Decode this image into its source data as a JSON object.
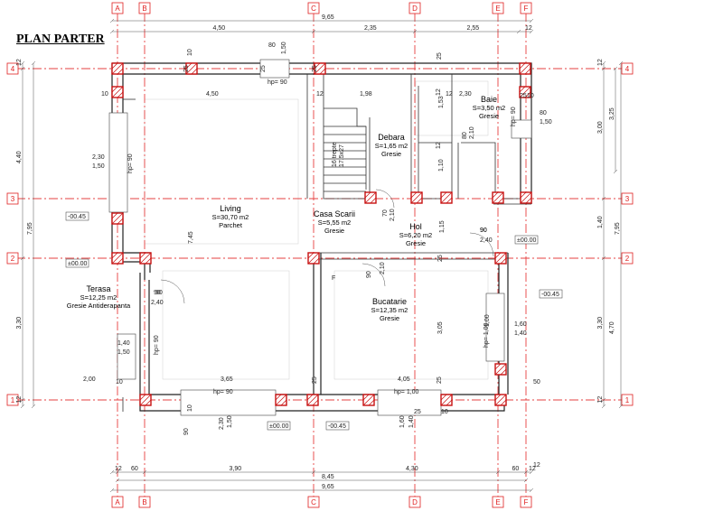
{
  "title": "PLAN PARTER",
  "axes": {
    "columns": [
      "A",
      "B",
      "C",
      "D",
      "E",
      "F"
    ],
    "rows": [
      "1",
      "2",
      "3",
      "4"
    ]
  },
  "rooms": [
    {
      "name": "Living",
      "area": "S=30,70 m2",
      "finish": "Parchet"
    },
    {
      "name": "Casa Scarii",
      "area": "S=5,55 m2",
      "finish": "Gresie"
    },
    {
      "name": "Debara",
      "area": "S=1,65 m2",
      "finish": "Gresie"
    },
    {
      "name": "Baie",
      "area": "S=3,50 m2",
      "finish": "Gresie"
    },
    {
      "name": "Hol",
      "area": "S=6,20 m2",
      "finish": "Gresie"
    },
    {
      "name": "Bucatarie",
      "area": "S=12,35 m2",
      "finish": "Gresie"
    },
    {
      "name": "Terasa",
      "area": "S=12,25 m2",
      "finish": "Gresie Antiderapanta"
    }
  ],
  "stair_label": [
    "16 trepte",
    "17.5x27"
  ],
  "levels": [
    "-00.45",
    "±00.00",
    "±00.00",
    "-00.45",
    "±00.00",
    "-00.45"
  ],
  "top_dims": [
    "9,65",
    "4,50",
    "2,35",
    "2,55",
    "12"
  ],
  "bottom_dims": [
    "12",
    "60",
    "60",
    "3,90",
    "4,30",
    "60",
    "12",
    "8,45",
    "9,65"
  ],
  "left_dims": [
    "12",
    "4,40",
    "7,95",
    "3,30",
    "12"
  ],
  "right_dims": [
    "12",
    "3,25",
    "3,00",
    "7,95",
    "1,40",
    "4,70",
    "3,30",
    "12"
  ],
  "interior_dims": [
    "4,50",
    "1,98",
    "2,30",
    "3,65",
    "4,05",
    "2,00",
    "7,45",
    "3,05",
    "1,53",
    "1,10",
    "1,15",
    "10",
    "10",
    "12",
    "12",
    "12",
    "12",
    "25",
    "25",
    "25",
    "25",
    "25",
    "25",
    "25",
    "25",
    "25",
    "10",
    "10",
    "10",
    "10",
    "50",
    "90",
    "12"
  ],
  "openings": [
    "80",
    "1,50",
    "hp= 90",
    "2,30",
    "1,50",
    "hp= 90",
    "90",
    "2,40",
    "1,40",
    "1,50",
    "hp= 90",
    "80",
    "1,50",
    "hp= 90",
    "80",
    "2,10",
    "70",
    "2,10",
    "90",
    "2,10",
    "90",
    "2,40",
    "1,00",
    "1,60",
    "1,40",
    "hp= 1,00",
    "hp= 90",
    "2,30",
    "1,50",
    "hp= 1,00",
    "1,60",
    "1,40",
    "90",
    "90"
  ],
  "misc_text": [
    "F"
  ]
}
